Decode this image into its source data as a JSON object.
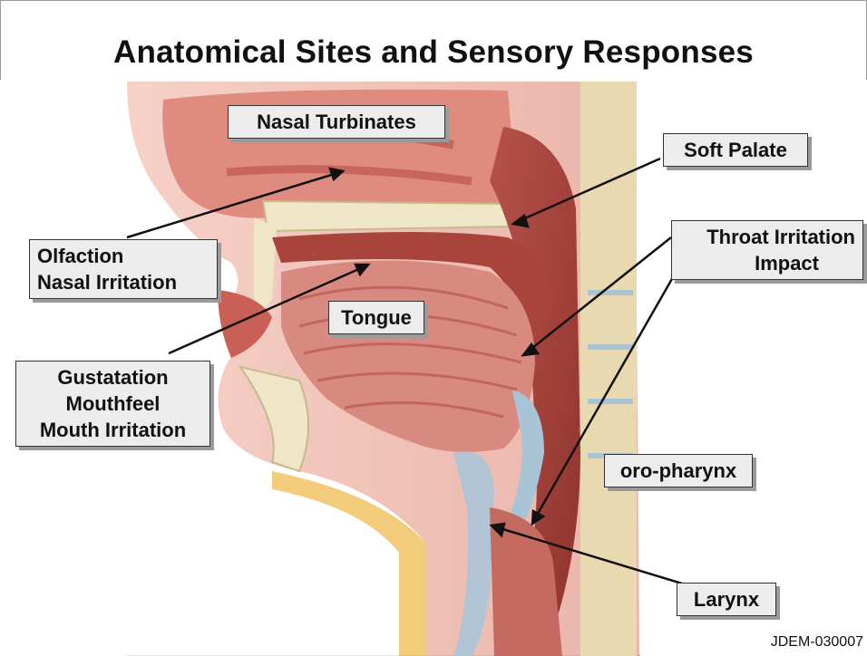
{
  "title": "Anatomical Sites and Sensory Responses",
  "labels": {
    "nasal_turbinates": [
      "Nasal Turbinates"
    ],
    "soft_palate": [
      "Soft Palate"
    ],
    "olfaction": [
      "Olfaction",
      "Nasal Irritation"
    ],
    "throat_irritation": [
      "Throat Irritation",
      "Impact"
    ],
    "tongue": [
      "Tongue"
    ],
    "gustatation": [
      "Gustatation",
      "Mouthfeel",
      "Mouth Irritation"
    ],
    "oro_pharynx": [
      "oro-pharynx"
    ],
    "larynx": [
      "Larynx"
    ]
  },
  "figure_code": "JDEM-030007",
  "colors": {
    "tissue": "#d98a80",
    "tissue_dark": "#a8443c",
    "bone": "#efe6c8",
    "fat": "#f1c66d",
    "cartilage": "#a9c4d6"
  }
}
